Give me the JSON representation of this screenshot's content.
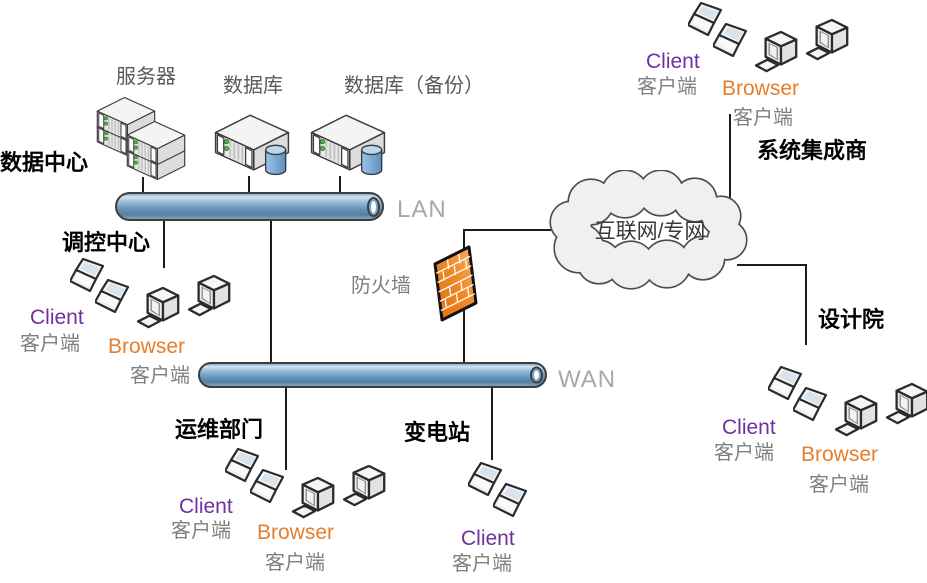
{
  "diagram": {
    "datacenter_label": "数据中心",
    "server_label": "服务器",
    "database_label": "数据库",
    "database_backup_label": "数据库（备份）",
    "lan_label": "LAN",
    "wan_label": "WAN",
    "firewall_label": "防火墙",
    "cloud_label": "互联网/专网",
    "control_center_label": "调控中心",
    "system_integrator_label": "系统集成商",
    "design_institute_label": "设计院",
    "ops_department_label": "运维部门",
    "substation_label": "变电站"
  },
  "client_labels": {
    "client": "Client",
    "client_cn": "客户端",
    "browser": "Browser",
    "browser_cn": "客户端"
  },
  "colors": {
    "client_purple": "#7030a0",
    "browser_orange": "#e87d2a",
    "label_gray": "#7f7f7f",
    "label_dark_gray": "#595959",
    "bus_label_gray": "#a8a8a8",
    "bus_blue": "#6d9dc5",
    "firewall_orange": "#ee8018",
    "cloud_fill": "#f0f0f0",
    "led_green": "#57b847",
    "database_cylinder_blue": "#6fa3d8"
  }
}
